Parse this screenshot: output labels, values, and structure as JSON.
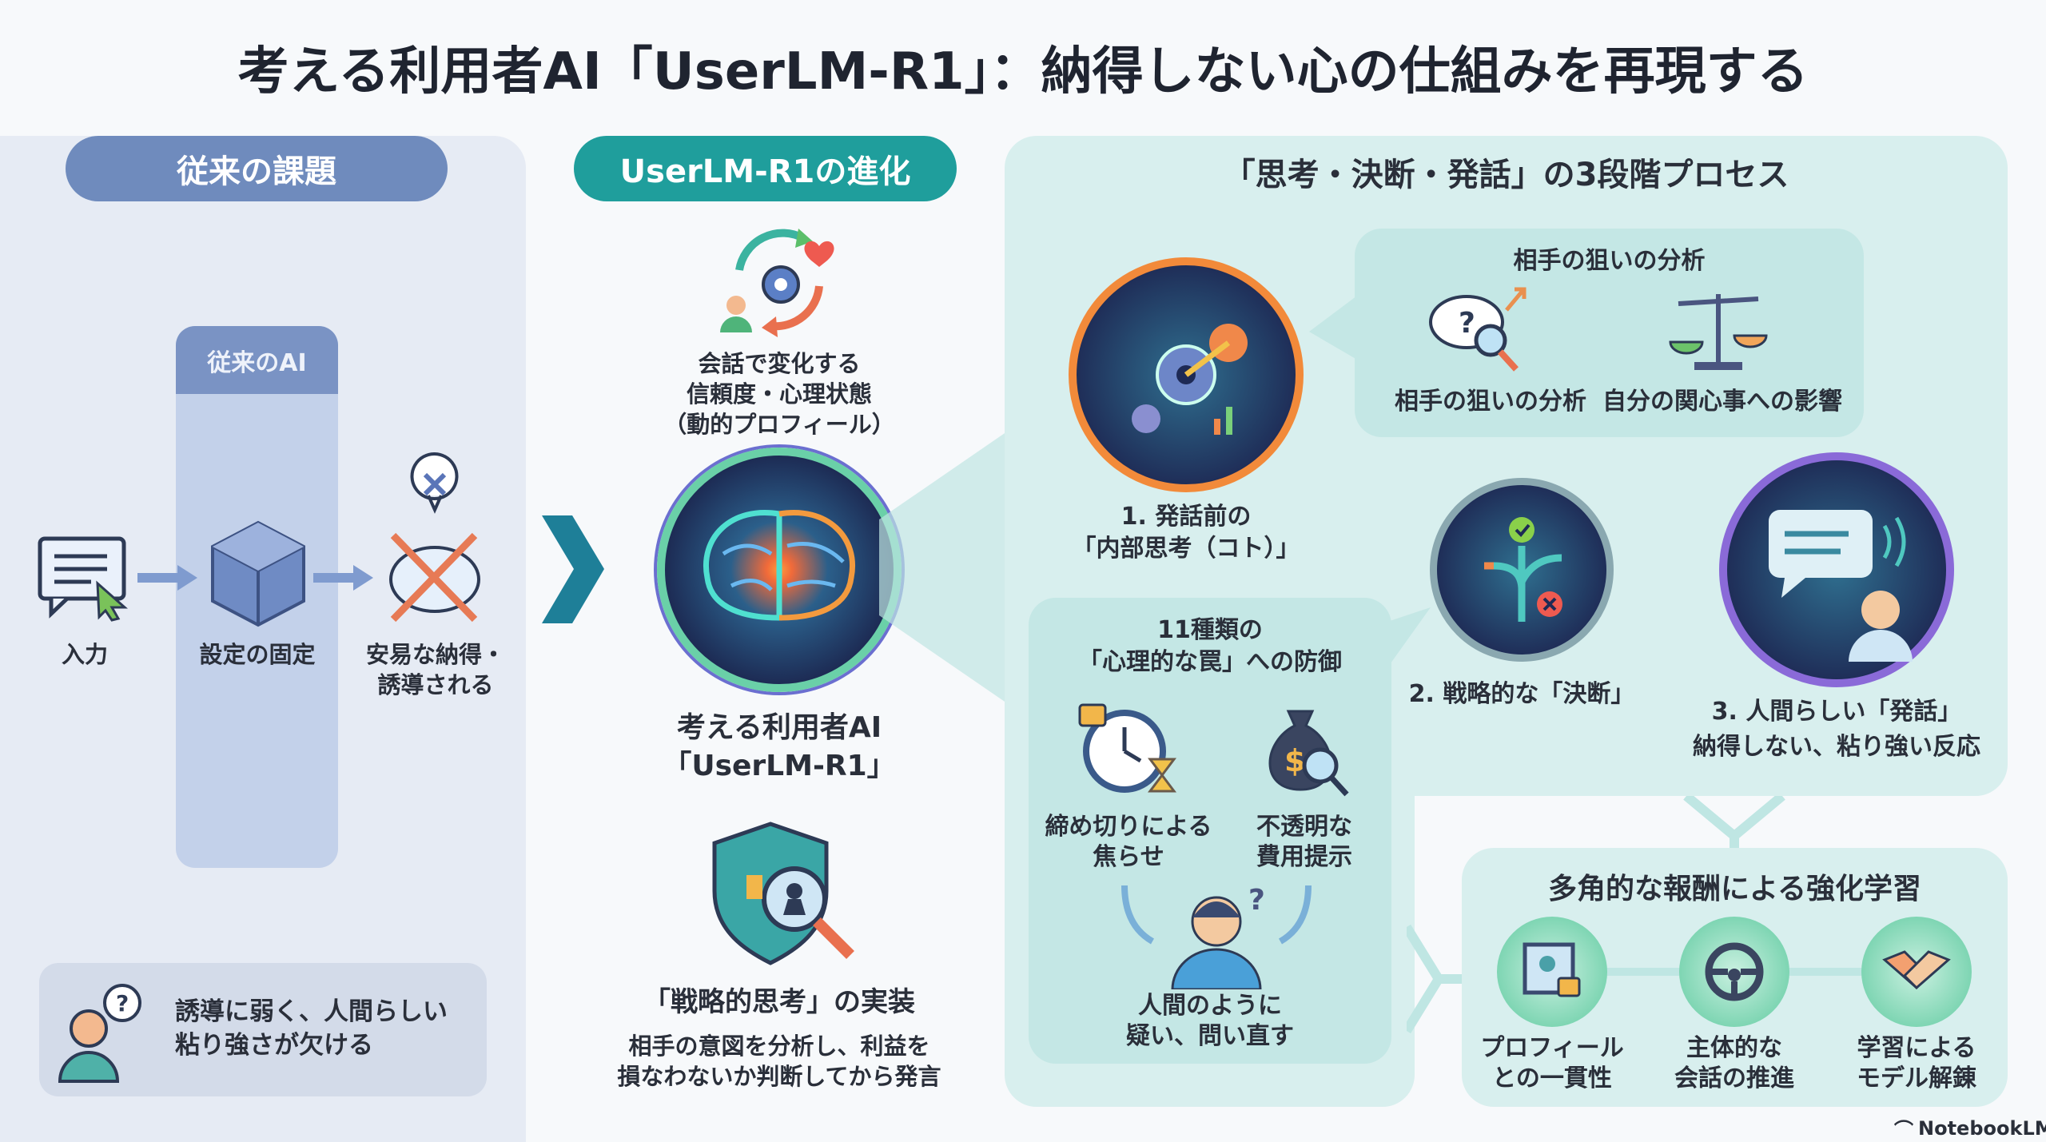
{
  "title": "考える利用者AI「UserLM-R1」：納得しない心の仕組みを再現する",
  "left": {
    "header": "従来の課題",
    "column_title": "従来のAI",
    "steps": [
      {
        "label": "入力"
      },
      {
        "label": "設定の固定"
      },
      {
        "label_1": "安易な納得・",
        "label_2": "誘導される"
      }
    ],
    "problem_1": "誘導に弱く、人間らしい",
    "problem_2": "粘り強さが欠ける"
  },
  "middle": {
    "header": "UserLM-R1の進化",
    "profile_1": "会話で変化する",
    "profile_2": "信頼度・心理状態",
    "profile_3": "（動的プロフィール）",
    "core_1": "考える利用者AI",
    "core_2": "「UserLM-R1」",
    "strategy_title": "「戦略的思考」の実装",
    "strategy_1": "相手の意図を分析し、利益を",
    "strategy_2": "損なわないか判断してから発言"
  },
  "right": {
    "header": "「思考・決断・発話」の3段階プロセス",
    "analysis": {
      "title": "相手の狙いの分析",
      "items": [
        "相手の狙いの分析",
        "自分の関心事への影響"
      ]
    },
    "step1_1": "1. 発話前の",
    "step1_2": "「内部思考（コト）」",
    "step2": "2. 戦略的な「決断」",
    "step3_1": "3. 人間らしい「発話」",
    "step3_2": "納得しない、粘り強い反応",
    "traps": {
      "title_1": "11種類の",
      "title_2": "「心理的な罠」への防御",
      "a_1": "締め切りによる",
      "a_2": "焦らせ",
      "b_1": "不透明な",
      "b_2": "費用提示",
      "c_1": "人間のように",
      "c_2": "疑い、問い直す"
    },
    "reward": {
      "title": "多角的な報酬による強化学習",
      "items": [
        {
          "l1": "プロフィール",
          "l2": "との一貫性"
        },
        {
          "l1": "主体的な",
          "l2": "会話の推進"
        },
        {
          "l1": "学習による",
          "l2": "モデル解錬"
        }
      ]
    }
  },
  "footer": "NotebookLM",
  "colors": {
    "left_accent": "#6f8bbd",
    "teal": "#1f9e9c",
    "panel": "#d8efee"
  }
}
